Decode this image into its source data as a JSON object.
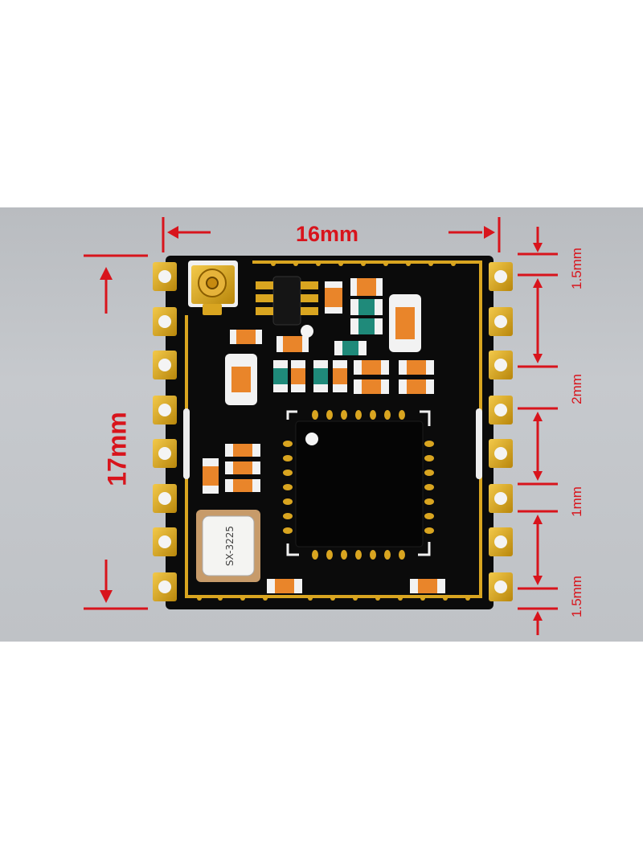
{
  "dimensions": {
    "width": "16mm",
    "height": "17mm",
    "pitch_top": "1.5mm",
    "pitch_mid": "2mm",
    "pitch_low": "1mm",
    "pitch_bottom": "1.5mm"
  },
  "components": {
    "crystal_marking": "SX-3225"
  },
  "colors": {
    "dimension_red": "#d8141c",
    "pcb_black": "#0b0b0b",
    "gold": "#d9a520",
    "background_gray": "#c2c5c9"
  }
}
